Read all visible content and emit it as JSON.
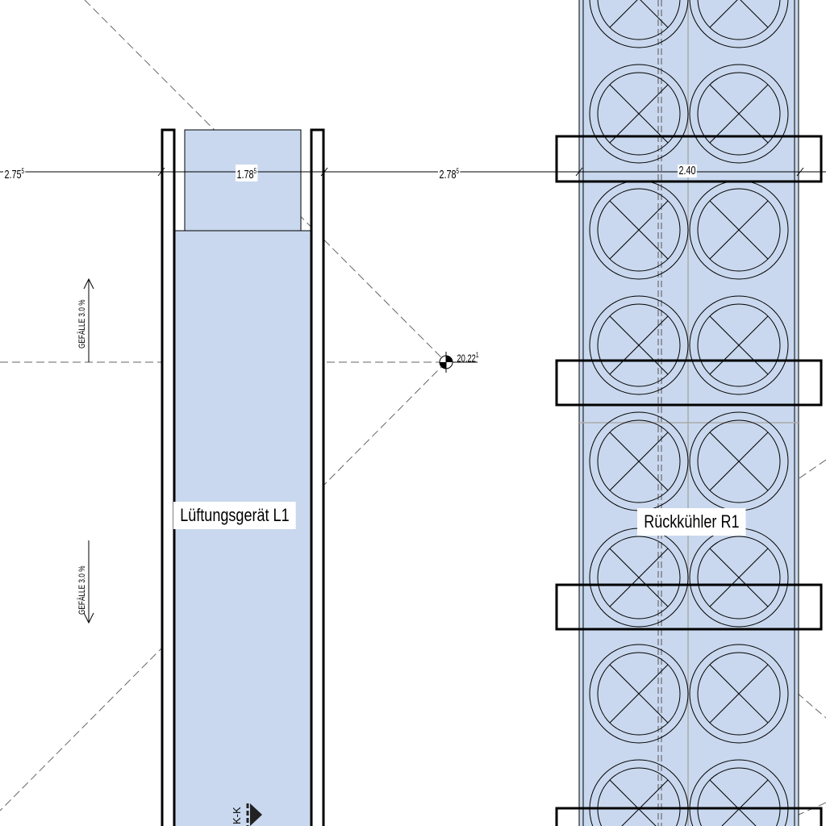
{
  "units": {
    "ventilation": {
      "label": "Lüftungsgerät L1"
    },
    "recooler": {
      "label": "Rückkühler R1"
    }
  },
  "dimensions": [
    {
      "value": "2.75",
      "sup": "5"
    },
    {
      "value": "1.78",
      "sup": "5"
    },
    {
      "value": "2.78",
      "sup": "5"
    },
    {
      "value": "2.40",
      "sup": ""
    }
  ],
  "elevation": {
    "value": "20.22",
    "sup": "1"
  },
  "slopes": [
    {
      "text": "GEFÄLLE 3.0 %",
      "direction": "up"
    },
    {
      "text": "GEFÄLLE 3.0 %",
      "direction": "down"
    }
  ],
  "section_marker": {
    "text": "K-K"
  },
  "colors": {
    "unit_fill": "#c9d8ee",
    "line": "#000000",
    "grid": "#b0b0b0"
  }
}
